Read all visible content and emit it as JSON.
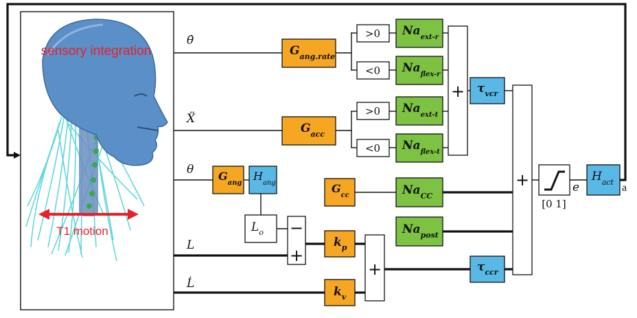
{
  "panel": {
    "caption_top": "sensory integration",
    "caption_bottom": "T1 motion"
  },
  "signals": {
    "theta_dot": "θ̇",
    "x_ddot": "Ẍ",
    "theta": "θ",
    "L": "L",
    "L_dot": "L̇",
    "e": "e",
    "a": "a"
  },
  "blocks": {
    "g_ang_rate": {
      "main": "G",
      "sub": "ang.rate"
    },
    "g_acc": {
      "main": "G",
      "sub": "acc"
    },
    "g_ang": {
      "main": "G",
      "sub": "ang"
    },
    "h_ang": {
      "main": "H",
      "sub": "ang"
    },
    "g_cc": {
      "main": "G",
      "sub": "cc"
    },
    "l_o": {
      "main": "L",
      "sub": "o"
    },
    "k_p": {
      "main": "k",
      "sub": "p"
    },
    "k_v": {
      "main": "k",
      "sub": "v"
    },
    "na_ext_r": {
      "main": "Na",
      "sub": "ext-r"
    },
    "na_flex_r": {
      "main": "Na",
      "sub": "flex-r"
    },
    "na_ext_t": {
      "main": "Na",
      "sub": "ext-t"
    },
    "na_flex_t": {
      "main": "Na",
      "sub": "flex-t"
    },
    "na_cc": {
      "main": "Na",
      "sub": "CC"
    },
    "na_post": {
      "main": "Na",
      "sub": "post"
    },
    "tau_vcr": {
      "main": "τ",
      "sub": "vcr"
    },
    "tau_ccr": {
      "main": "τ",
      "sub": "ccr"
    },
    "h_act": {
      "main": "H",
      "sub": "act"
    }
  },
  "comparators": {
    "gt1": ">0",
    "lt1": "<0",
    "gt2": ">0",
    "lt2": "<0"
  },
  "operators": {
    "plus": "+",
    "minus": "−"
  },
  "saturation": {
    "range": "[0 1]"
  },
  "colors": {
    "orange": "#f5a623",
    "green": "#7dc242",
    "blue": "#59b8e6",
    "red": "#e8202a",
    "head": "#5b8fc7",
    "muscle": "#4fd3d6"
  }
}
